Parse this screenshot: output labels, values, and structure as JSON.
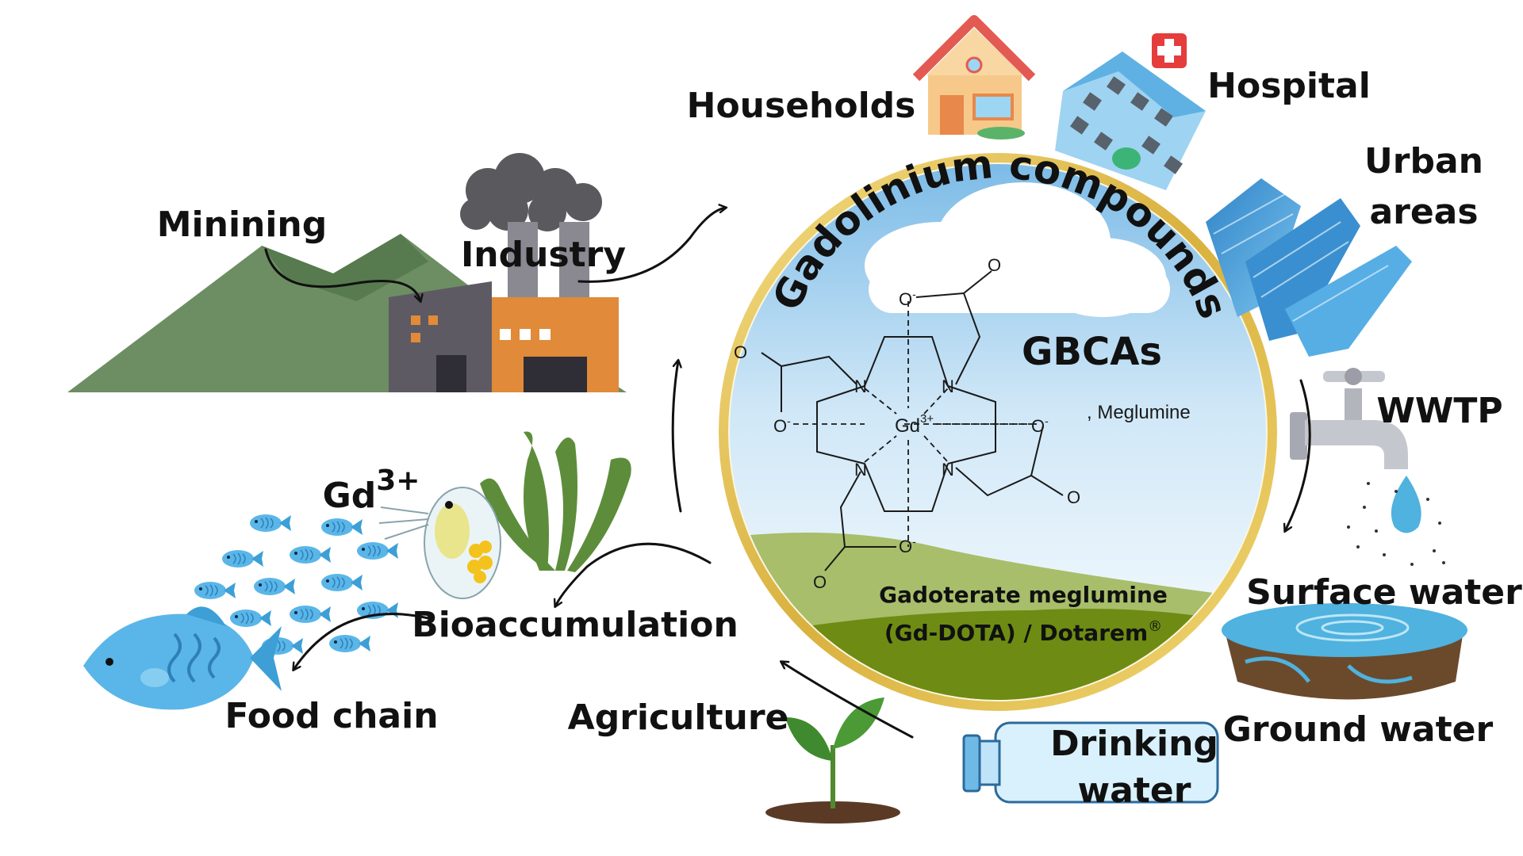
{
  "center": {
    "title": "Gadolinium compounds",
    "subtitle": "GBCAs",
    "salt_note": ", Meglumine",
    "ion": "Gd",
    "ion_charge": "3+",
    "anion": "O",
    "anion_charge": "-",
    "nitrogen": "N",
    "oxygen": "O",
    "compound_line1": "Gadoterate meglumine",
    "compound_line2": "(Gd-DOTA)  / Dotarem",
    "registered_mark": "®"
  },
  "labels": {
    "households": "Households",
    "hospital": "Hospital",
    "urban_line1": "Urban",
    "urban_line2": "areas",
    "wwtp": "WWTP",
    "surface_water": "Surface water",
    "ground_water": "Ground water",
    "drinking_line1": "Drinking",
    "drinking_line2": "water",
    "agriculture": "Agriculture",
    "bioaccumulation": "Bioaccumulation",
    "food_chain": "Food chain",
    "gd": "Gd",
    "gd_charge": "3+",
    "mining": "Minining",
    "industry": "Industry"
  },
  "colors": {
    "ring_gold": "#e6c659",
    "sky": "#cfe7f7",
    "grass_light": "#a8be6a",
    "grass_dark": "#6e8c13",
    "mountain": "#6d8e62",
    "factory_orange": "#e08a3a",
    "factory_gray": "#5e5a63",
    "water_blue": "#4fb2df",
    "fish_blue": "#5ab6e8",
    "seaweed": "#5d8d3a",
    "house_roof": "#e35a52"
  }
}
